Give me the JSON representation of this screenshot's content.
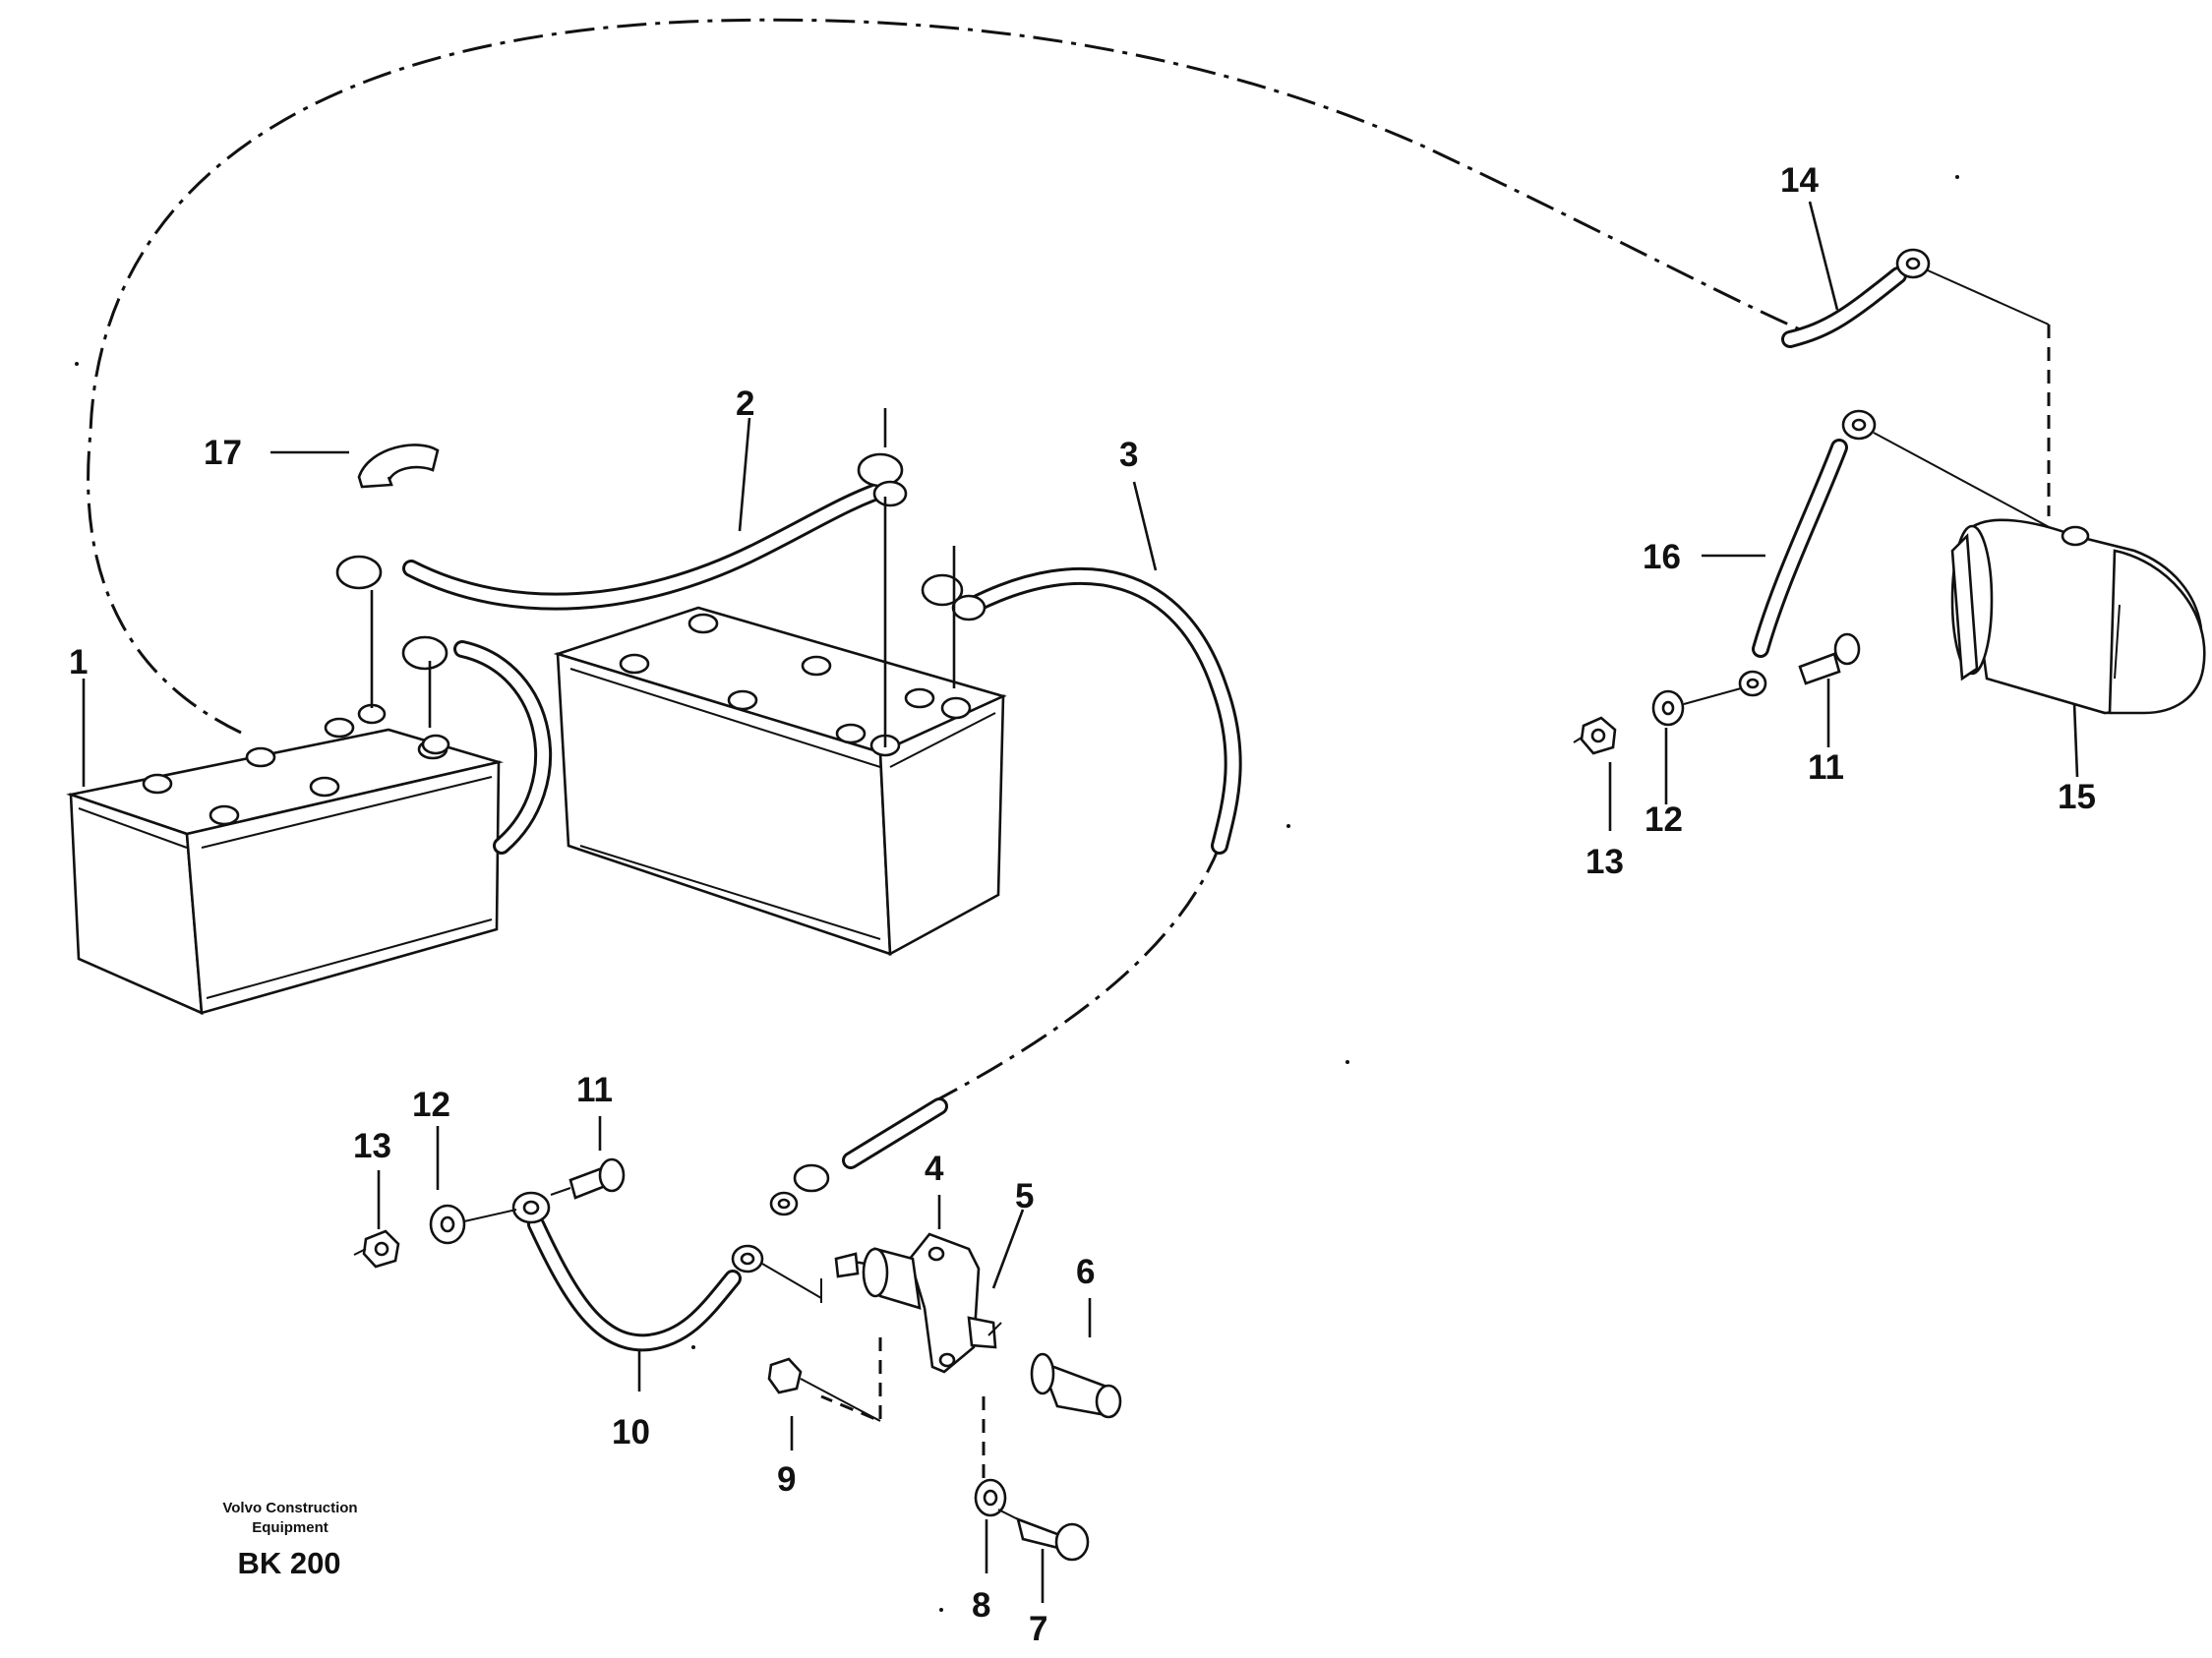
{
  "labels": {
    "p1": "1",
    "p2": "2",
    "p3": "3",
    "p4": "4",
    "p5": "5",
    "p6": "6",
    "p7": "7",
    "p8": "8",
    "p9": "9",
    "p10": "10",
    "p11a": "11",
    "p11b": "11",
    "p12a": "12",
    "p12b": "12",
    "p13a": "13",
    "p13b": "13",
    "p14": "14",
    "p15": "15",
    "p16": "16",
    "p17": "17"
  },
  "credit": {
    "line1": "Volvo Construction",
    "line2": "Equipment",
    "code": "BK 200"
  }
}
